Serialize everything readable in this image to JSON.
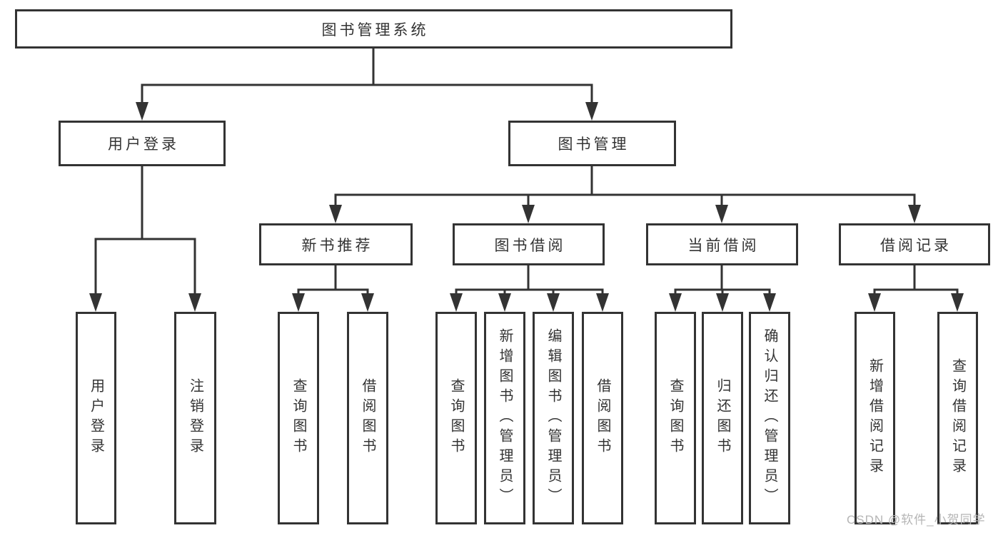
{
  "root_label": "图书管理系统",
  "branches": {
    "user_login": {
      "label": "用户登录",
      "children": [
        "用户登录",
        "注销登录"
      ]
    },
    "book_management": {
      "label": "图书管理",
      "sections": {
        "new_book": {
          "label": "新书推荐",
          "children": [
            "查询图书",
            "借阅图书"
          ]
        },
        "borrow": {
          "label": "图书借阅",
          "children": [
            "查询图书",
            "新增图书（管理员）",
            "编辑图书（管理员）",
            "借阅图书"
          ]
        },
        "current": {
          "label": "当前借阅",
          "children": [
            "查询图书",
            "归还图书",
            "确认归还（管理员）"
          ]
        },
        "records": {
          "label": "借阅记录",
          "children": [
            "新增借阅记录",
            "查询借阅记录"
          ]
        }
      }
    }
  },
  "watermark": "CSDN @软件_小贺同学",
  "colors": {
    "line": "#333333",
    "text": "#333333",
    "watermark": "#b5b5b5",
    "background": "#ffffff"
  }
}
